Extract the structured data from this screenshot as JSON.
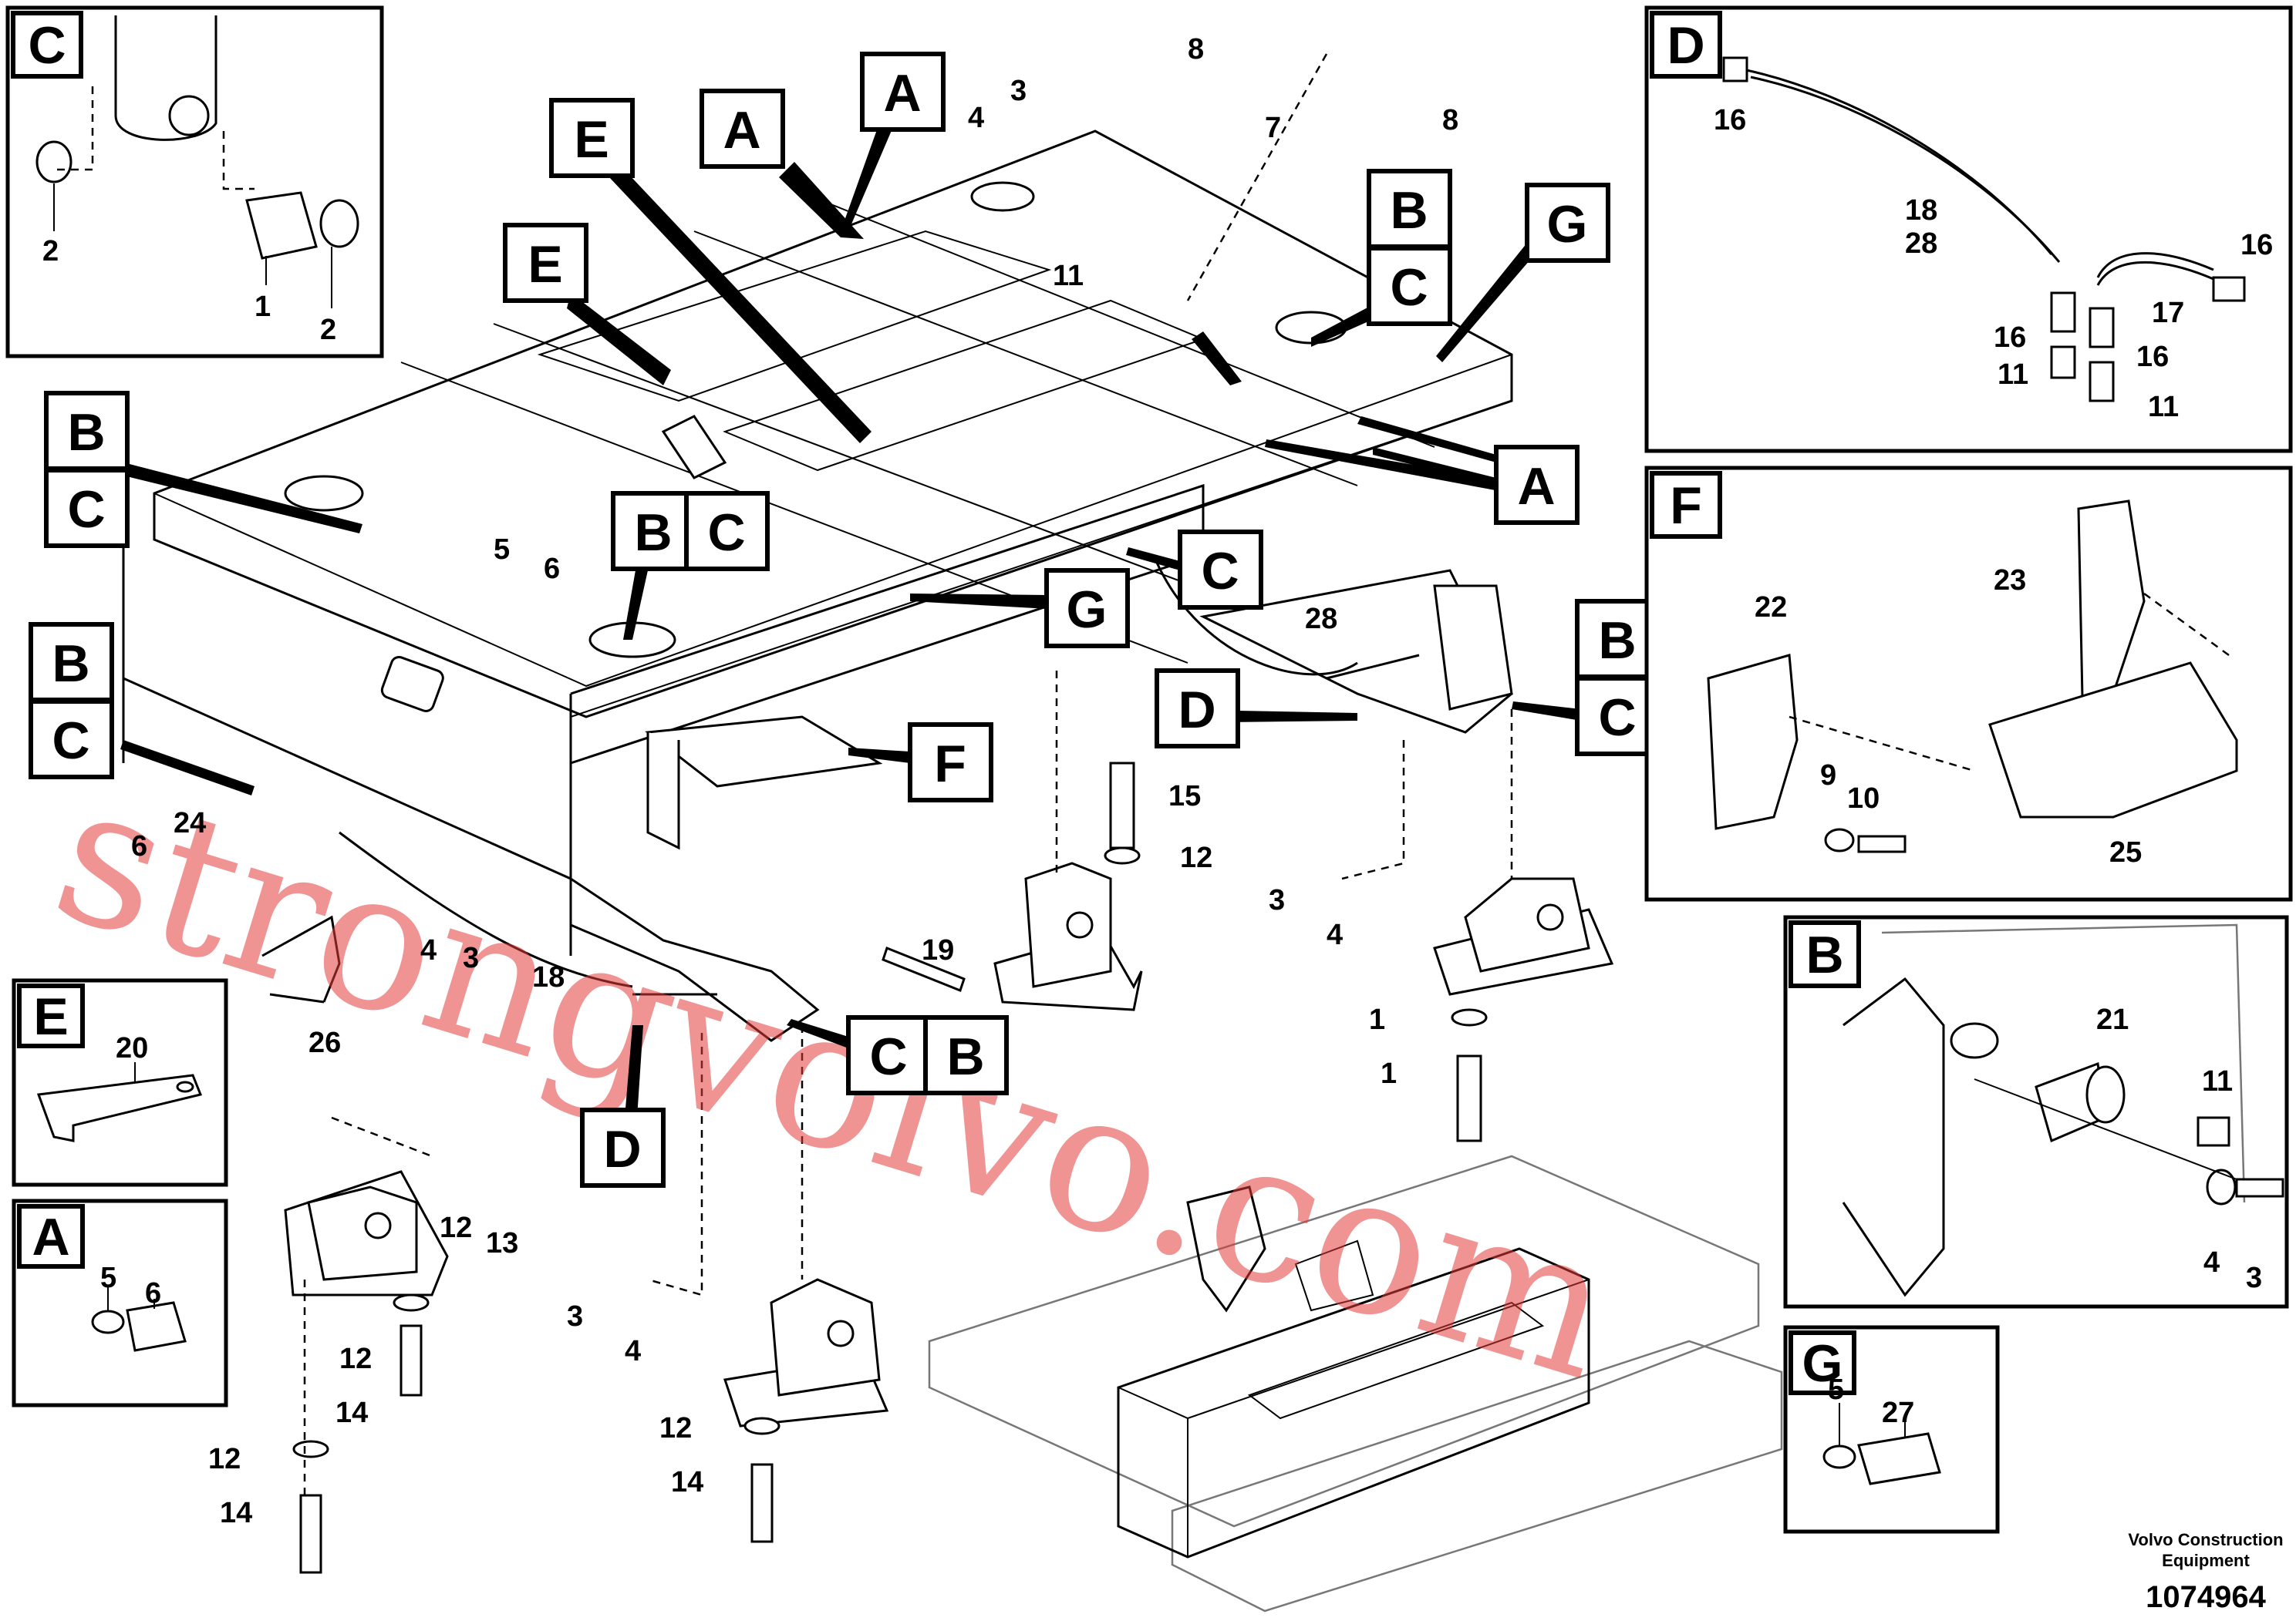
{
  "diagram": {
    "drawing_number": "1074964",
    "publisher_line1": "Volvo Construction",
    "publisher_line2": "Equipment",
    "watermark": "strongvolvo.com"
  },
  "insets": {
    "C": {
      "letter": "C",
      "labels": [
        "2",
        "1",
        "2"
      ]
    },
    "D": {
      "letter": "D",
      "labels": [
        "16",
        "18",
        "28",
        "16",
        "17",
        "16",
        "11",
        "16",
        "11"
      ]
    },
    "F": {
      "letter": "F",
      "labels": [
        "23",
        "22",
        "9",
        "10",
        "25"
      ]
    },
    "B": {
      "letter": "B",
      "labels": [
        "21",
        "11",
        "4",
        "3"
      ]
    },
    "E": {
      "letter": "E",
      "labels": [
        "20"
      ]
    },
    "A": {
      "letter": "A",
      "labels": [
        "5",
        "6"
      ]
    },
    "G": {
      "letter": "G",
      "labels": [
        "5",
        "27"
      ]
    }
  },
  "callouts": [
    "A",
    "A",
    "E",
    "E",
    "B",
    "C",
    "G",
    "B",
    "C",
    "B",
    "C",
    "G",
    "C",
    "B",
    "C",
    "D",
    "F",
    "B",
    "C",
    "C",
    "B",
    "D",
    "A"
  ],
  "part_labels": [
    "8",
    "8",
    "7",
    "4",
    "3",
    "11",
    "5",
    "6",
    "28",
    "15",
    "12",
    "3",
    "4",
    "19",
    "6",
    "24",
    "4",
    "3",
    "18",
    "26",
    "12",
    "13",
    "3",
    "4",
    "12",
    "14",
    "12",
    "14",
    "12",
    "14",
    "1",
    "1"
  ]
}
